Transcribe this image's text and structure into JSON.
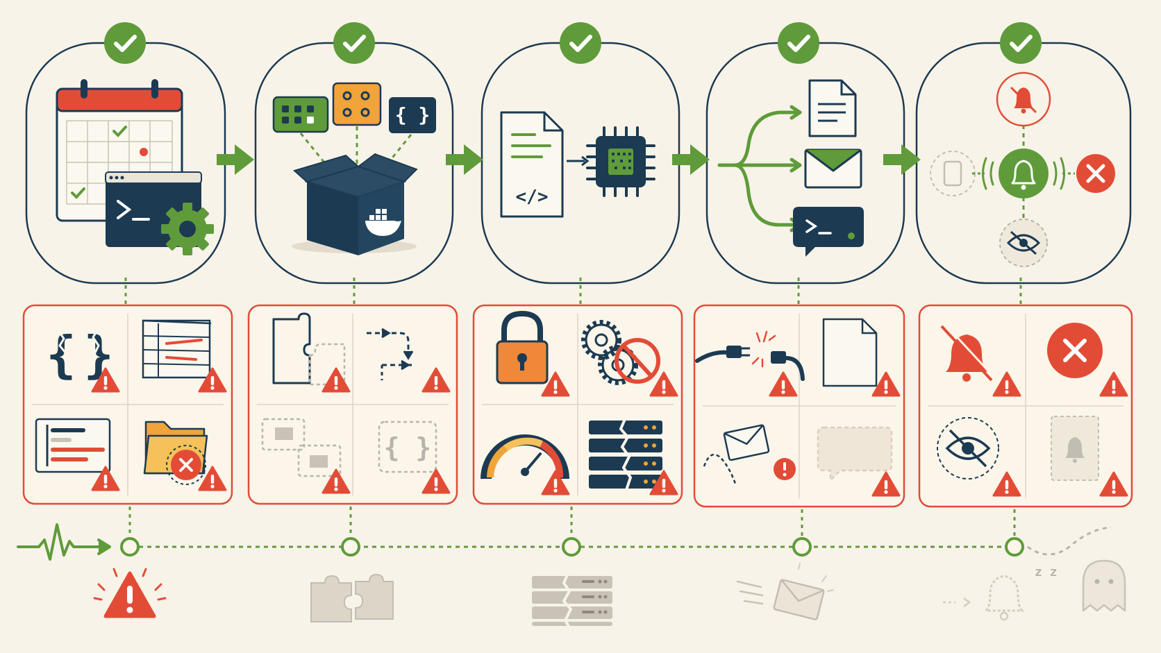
{
  "colors": {
    "background": "#f8f3e8",
    "navy": "#1c3a52",
    "green": "#5f9b3a",
    "red": "#e24c36",
    "orange": "#f0a43a",
    "gray": "#b9b4ab"
  },
  "stages": [
    {
      "id": "schedule",
      "icons": [
        "calendar-icon",
        "terminal-window-icon",
        "gear-icon"
      ],
      "failure_icons": [
        "broken-braces-icon",
        "misaligned-rows-icon",
        "error-log-icon",
        "missing-folder-icon"
      ],
      "timeline_icon": "warning-icon"
    },
    {
      "id": "build",
      "icons": [
        "module-cards-icon",
        "container-box-icon"
      ],
      "failure_icons": [
        "missing-puzzle-piece-icon",
        "broken-flow-icon",
        "missing-block-icon",
        "empty-braces-icon"
      ],
      "timeline_icon": "faded-puzzle-icon"
    },
    {
      "id": "run",
      "icons": [
        "code-file-icon",
        "cpu-chip-icon"
      ],
      "failure_icons": [
        "padlock-icon",
        "blocked-gears-icon",
        "overload-gauge-icon",
        "cracked-server-icon"
      ],
      "timeline_icon": "cracked-server-icon"
    },
    {
      "id": "deliver",
      "icons": [
        "branching-arrows-icon",
        "document-icon",
        "email-icon",
        "terminal-chat-icon"
      ],
      "failure_icons": [
        "unplugged-cable-icon",
        "blank-document-icon",
        "bouncing-email-icon",
        "empty-message-icon"
      ],
      "timeline_icon": "lost-email-icon"
    },
    {
      "id": "notify",
      "icons": [
        "muted-bell-icon",
        "ringing-bell-icon",
        "faded-phone-icon",
        "error-x-icon",
        "hidden-eye-icon"
      ],
      "failure_icons": [
        "muted-bell-icon",
        "error-x-icon",
        "hidden-eye-icon",
        "faded-bell-icon"
      ],
      "timeline_icon": "ghost-icon"
    }
  ],
  "timeline": {
    "start_icon": "heartbeat-icon",
    "node_count": 5
  },
  "sleep_label": "z z"
}
